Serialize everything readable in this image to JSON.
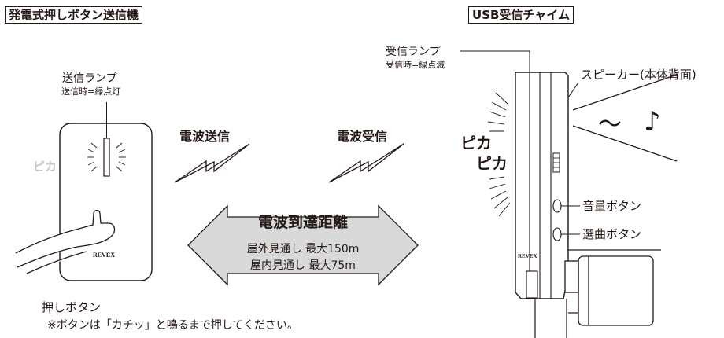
{
  "left_panel": {
    "title": "発電式押しボタン送信機",
    "lamp_label": "送信ランプ",
    "lamp_note": "送信時=緑点灯",
    "button_label": "押しボタン",
    "note": "※ボタンは「カチッ」と鳴るまで押してください。",
    "brand": "REVEX",
    "flash_text": "ピカ"
  },
  "middle": {
    "send_label": "電波送信",
    "receive_label": "電波受信",
    "distance_title": "電波到達距離",
    "outdoor": "屋外見通し 最大150m",
    "indoor": "屋内見通し 最大75m"
  },
  "right_panel": {
    "title": "USB受信チャイム",
    "lamp_label": "受信ランプ",
    "lamp_note": "受信時=緑点滅",
    "speaker_label": "スピーカー(本体背面)",
    "flash_1": "ピカ",
    "flash_2": "ピカ",
    "volume_button": "音量ボタン",
    "select_button": "選曲ボタン",
    "brand": "REVEX",
    "sound_tilde": "〜",
    "sound_note": "♪"
  },
  "colors": {
    "line": "#231815",
    "arrow_fill": "#d9d9d9"
  }
}
